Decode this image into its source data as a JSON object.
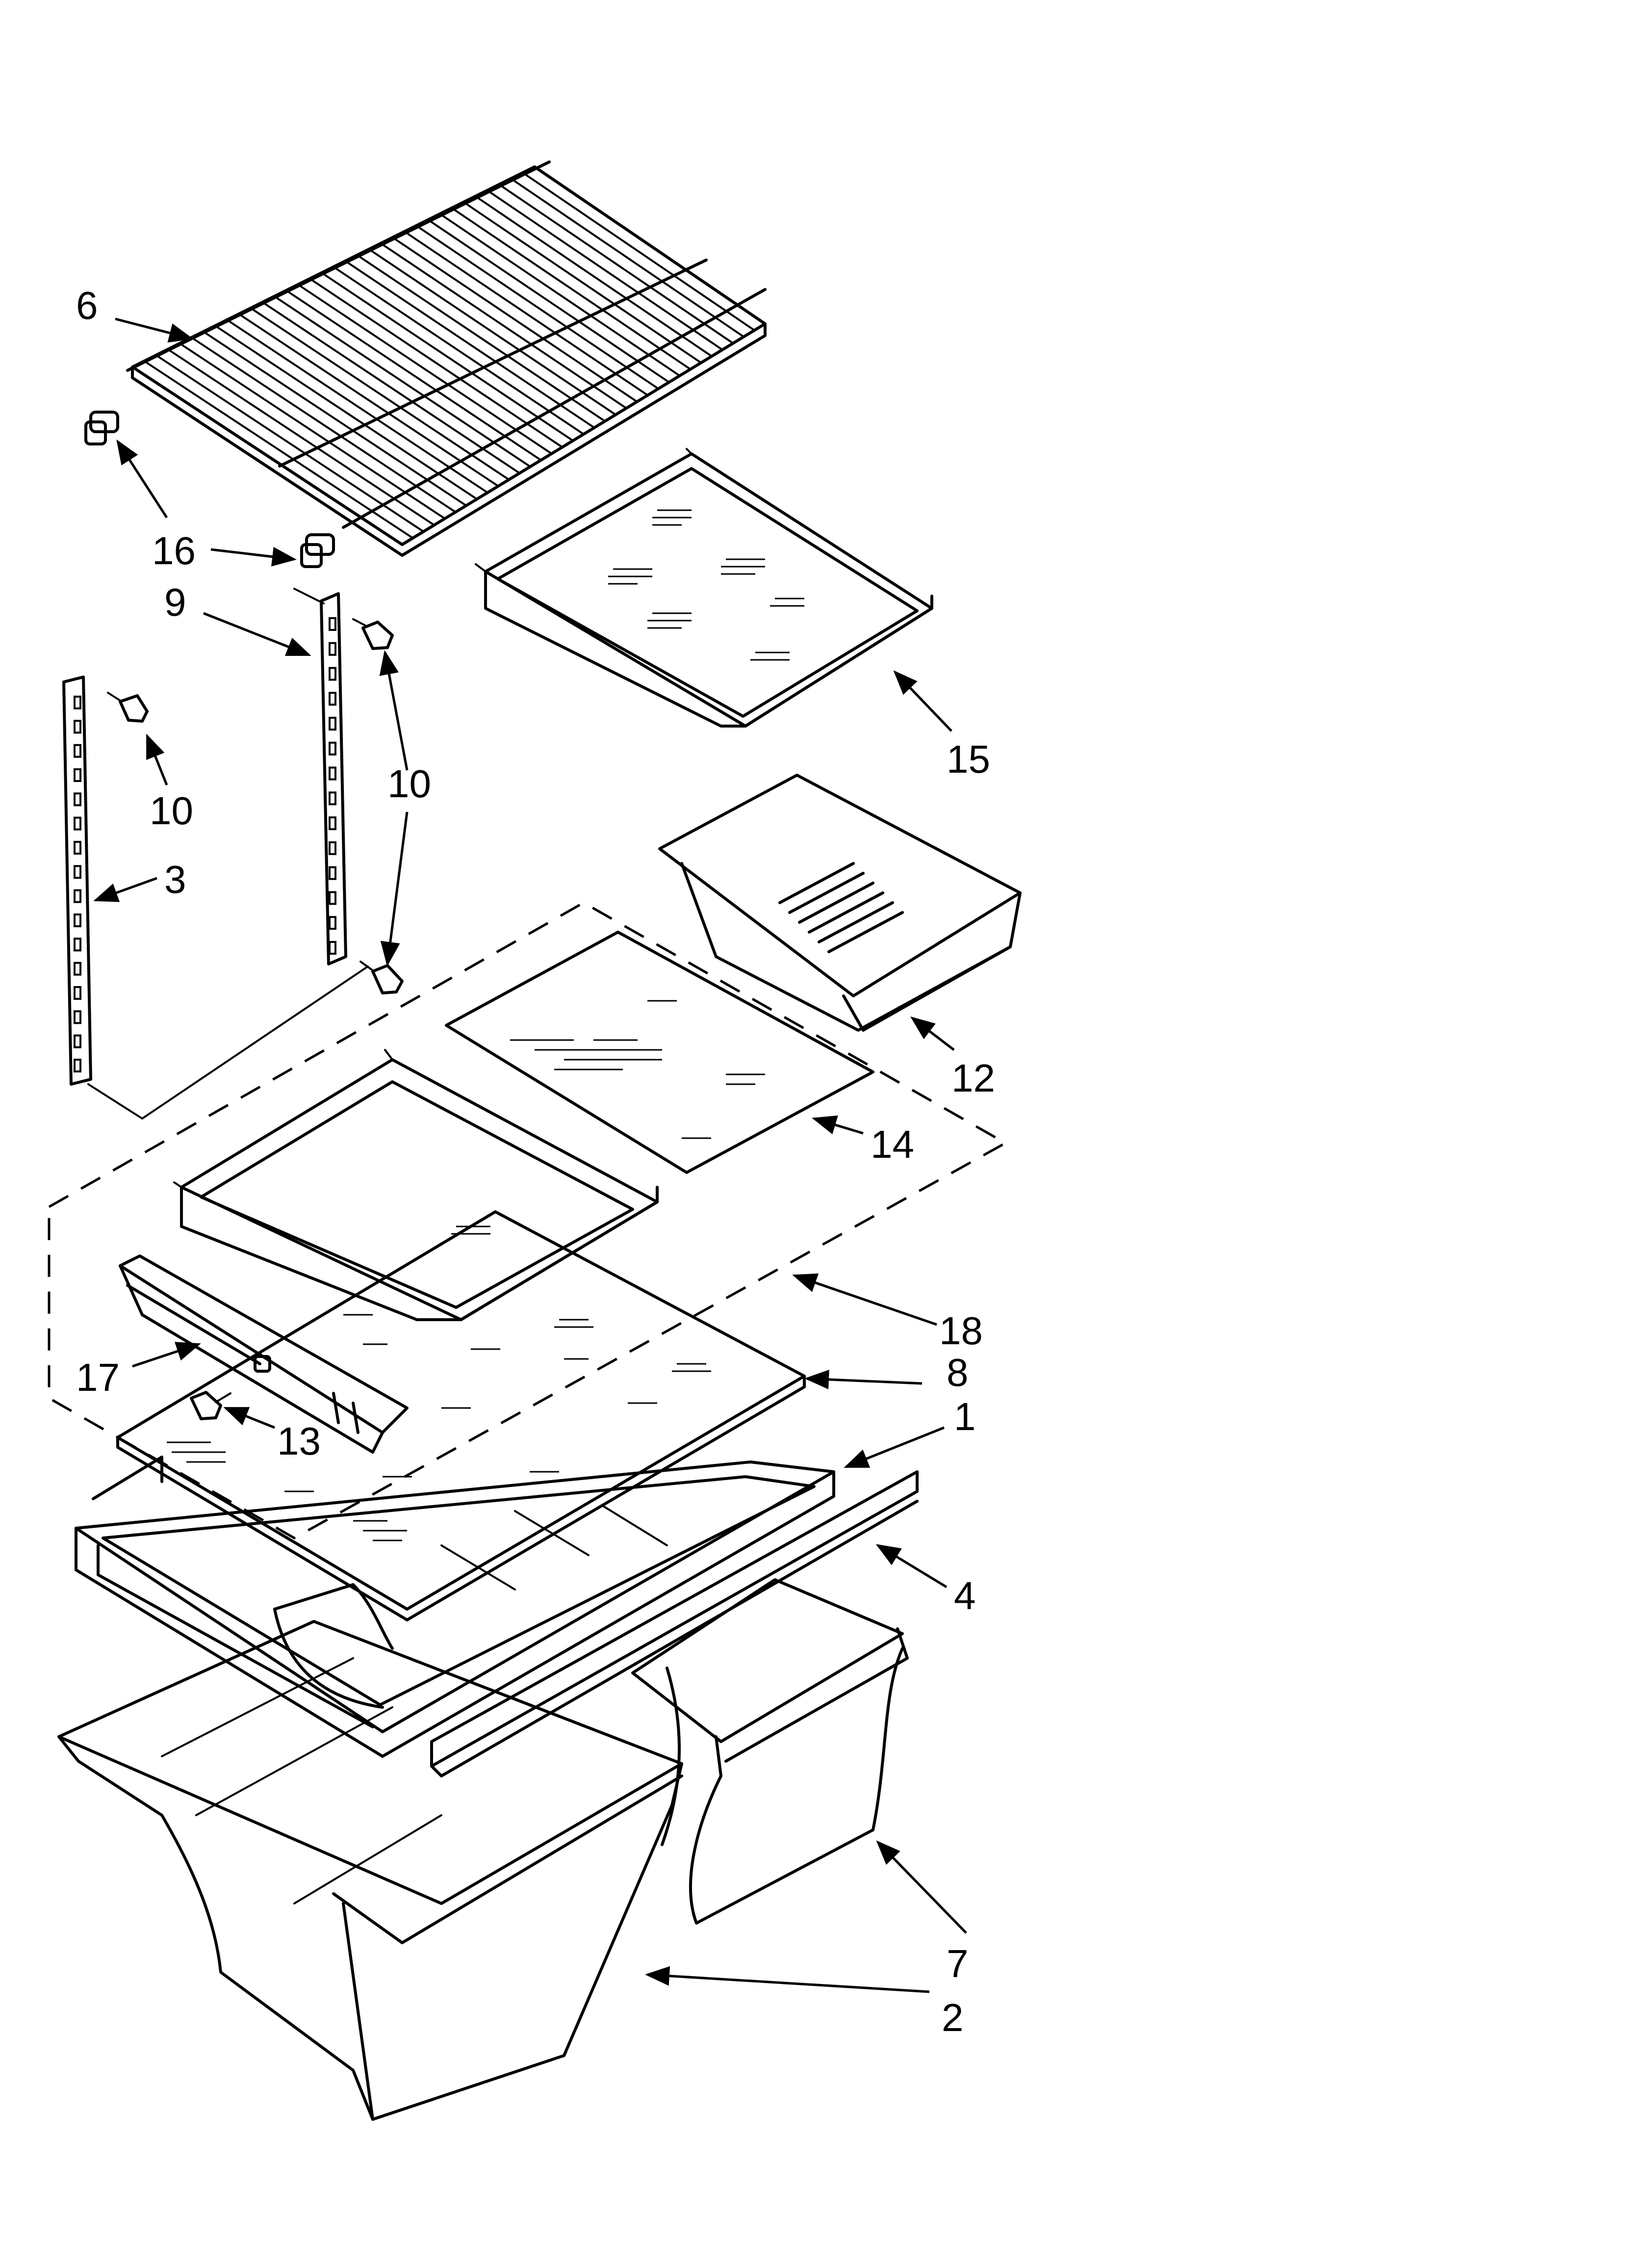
{
  "callouts": [
    {
      "id": "6",
      "label": "6"
    },
    {
      "id": "16a",
      "label": "16"
    },
    {
      "id": "9",
      "label": "9"
    },
    {
      "id": "10a",
      "label": "10"
    },
    {
      "id": "10b",
      "label": "10"
    },
    {
      "id": "3",
      "label": "3"
    },
    {
      "id": "15",
      "label": "15"
    },
    {
      "id": "12",
      "label": "12"
    },
    {
      "id": "14",
      "label": "14"
    },
    {
      "id": "18",
      "label": "18"
    },
    {
      "id": "8",
      "label": "8"
    },
    {
      "id": "17",
      "label": "17"
    },
    {
      "id": "13",
      "label": "13"
    },
    {
      "id": "1",
      "label": "1"
    },
    {
      "id": "4",
      "label": "4"
    },
    {
      "id": "7",
      "label": "7"
    },
    {
      "id": "2",
      "label": "2"
    }
  ]
}
